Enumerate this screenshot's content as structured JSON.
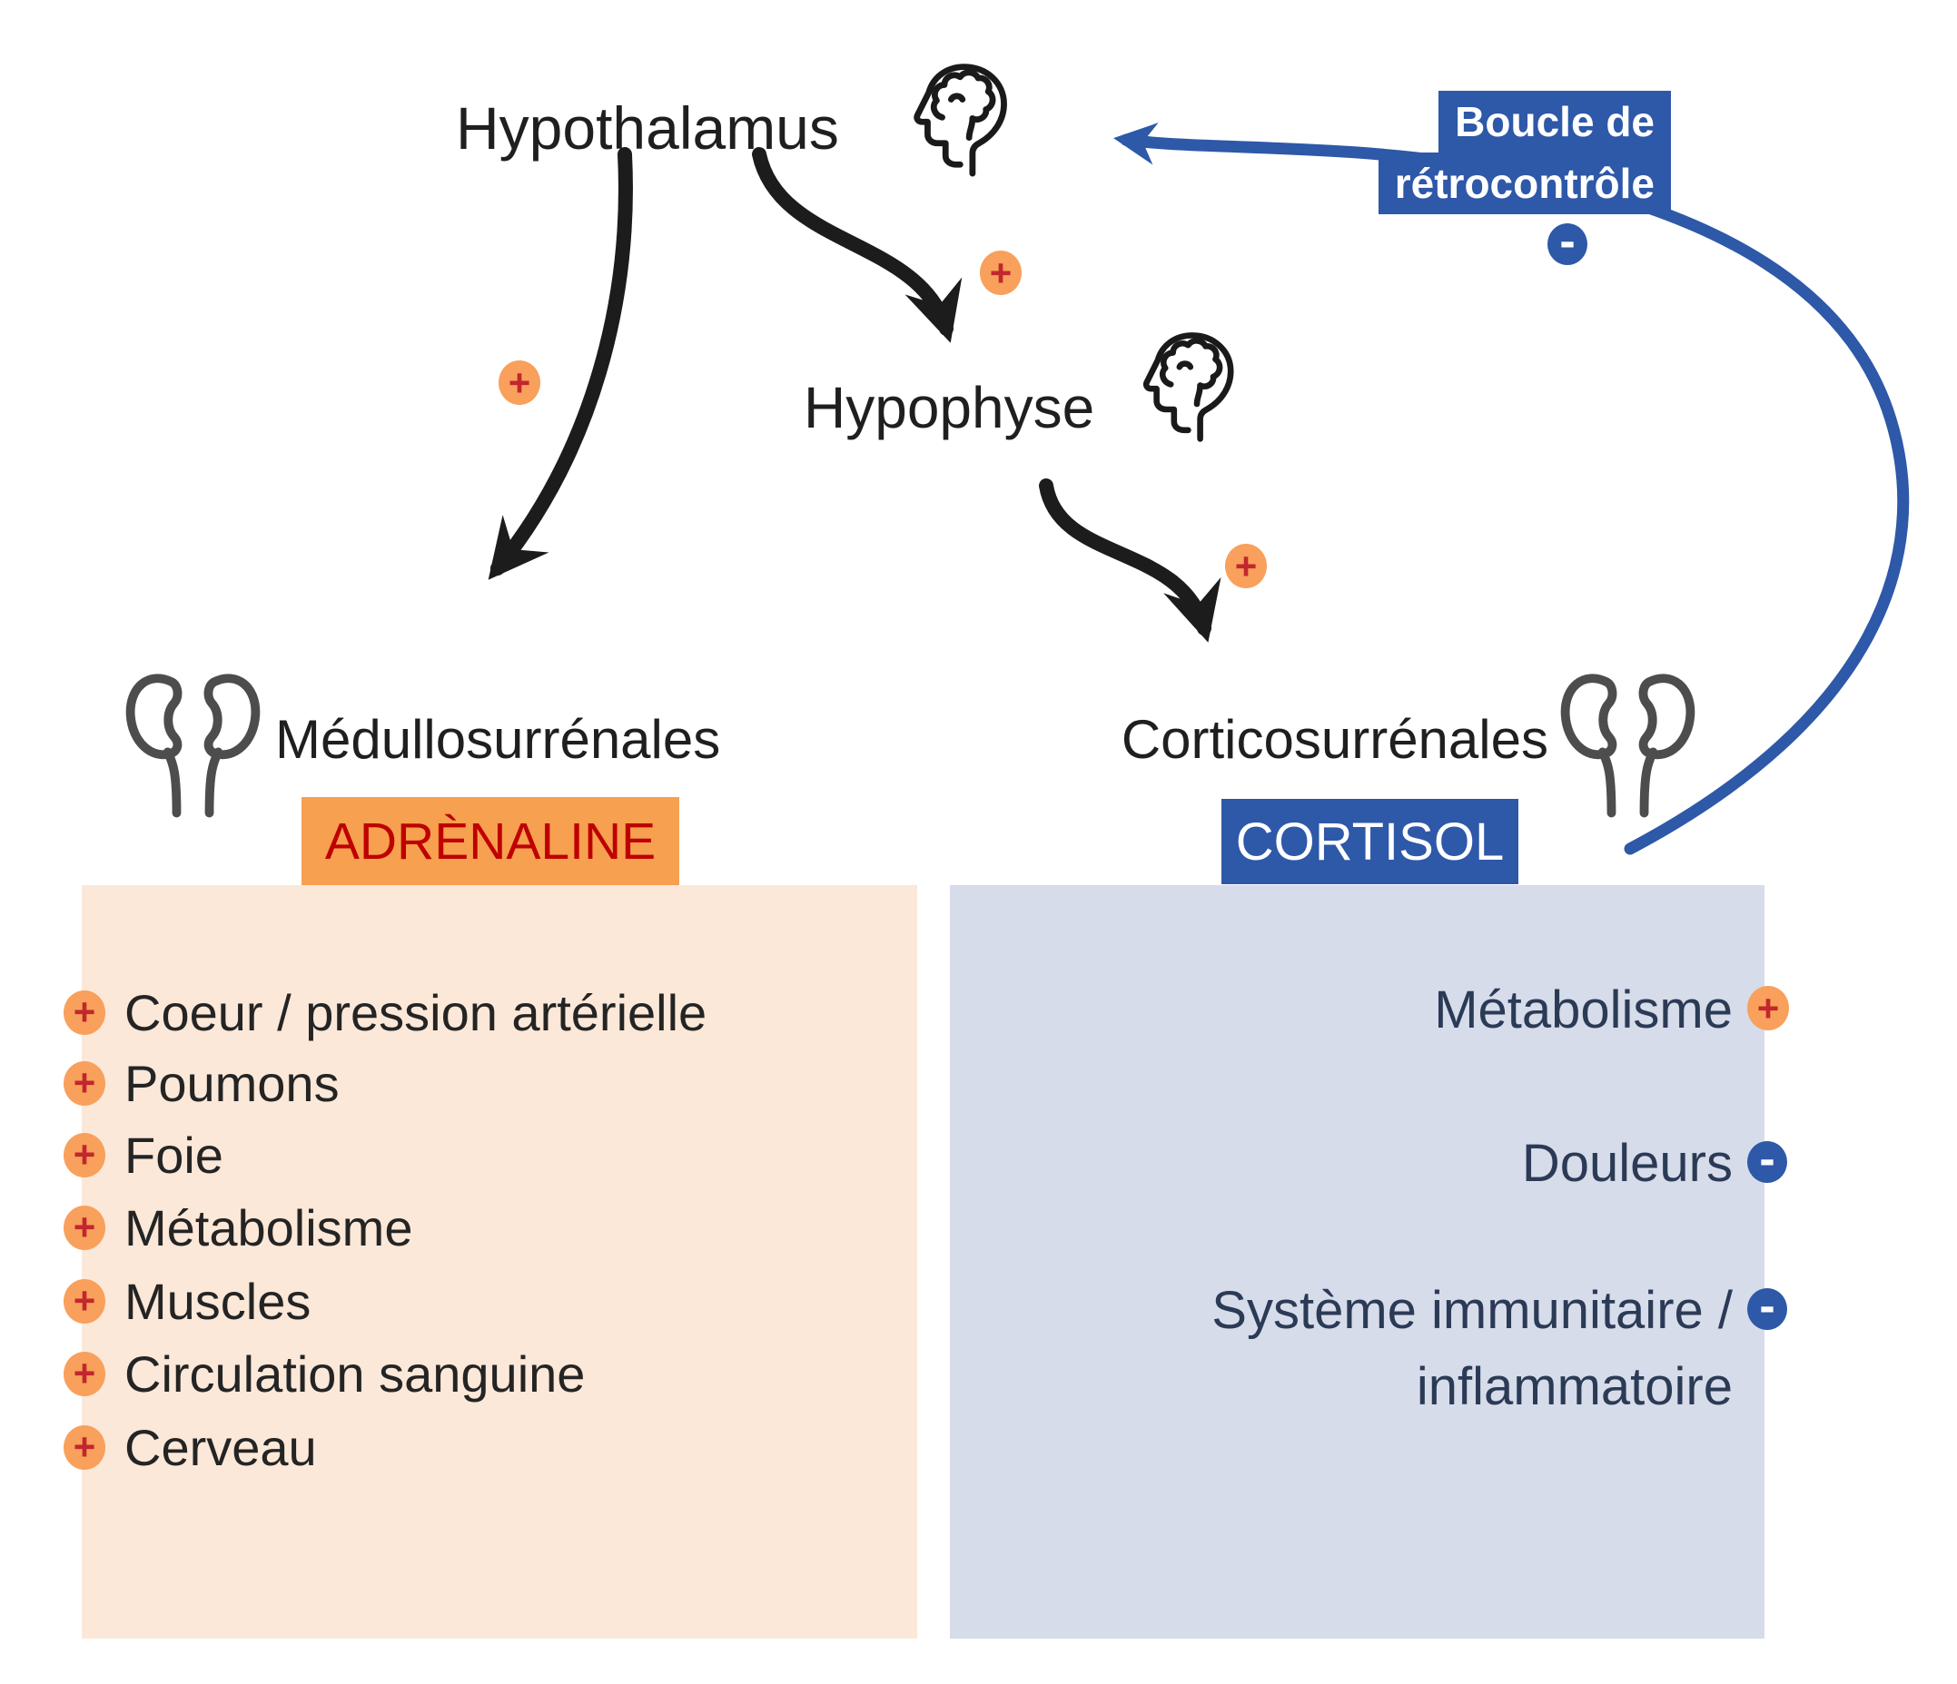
{
  "diagram": {
    "nodes": {
      "hypothalamus": "Hypothalamus",
      "hypophyse": "Hypophyse",
      "medullosurrenales": "Médullosurrénales",
      "corticosurrenales": "Corticosurrénales"
    },
    "feedback_loop": {
      "line1": "Boucle de",
      "line2": "rétrocontrôle",
      "sign": "-"
    },
    "edge_signs": {
      "to_medullosurrenales": "+",
      "to_hypophyse": "+",
      "to_corticosurrenales": "+"
    },
    "adrenaline": {
      "label": "ADRÈNALINE",
      "effects": [
        {
          "sign": "+",
          "text": "Coeur / pression artérielle"
        },
        {
          "sign": "+",
          "text": "Poumons"
        },
        {
          "sign": "+",
          "text": "Foie"
        },
        {
          "sign": "+",
          "text": "Métabolisme"
        },
        {
          "sign": "+",
          "text": "Muscles"
        },
        {
          "sign": "+",
          "text": "Circulation sanguine"
        },
        {
          "sign": "+",
          "text": "Cerveau"
        }
      ]
    },
    "cortisol": {
      "label": "CORTISOL",
      "effects": [
        {
          "sign": "+",
          "text": "Métabolisme"
        },
        {
          "sign": "-",
          "text": "Douleurs"
        },
        {
          "sign": "-",
          "text": "Système immunitaire /",
          "text_line2": "inflammatoire"
        }
      ]
    },
    "icons": {
      "hypothalamus_icon": "brain-head-icon",
      "hypophyse_icon": "brain-head-icon",
      "medullosurrenales_icon": "kidneys-icon",
      "corticosurrenales_icon": "kidneys-icon"
    },
    "colors": {
      "blue": "#2e58a8",
      "light_blue_box": "#d6dcea",
      "orange_chip": "#f6a050",
      "light_orange_box": "#fbe8d8",
      "badge_orange": "#f8a05c",
      "plus_red": "#c1272d",
      "adrenaline_text_red": "#bf0000",
      "navy_text": "#2b3a55",
      "ink": "#1f1f1f",
      "kidney_gray": "#4d4d4d"
    }
  }
}
